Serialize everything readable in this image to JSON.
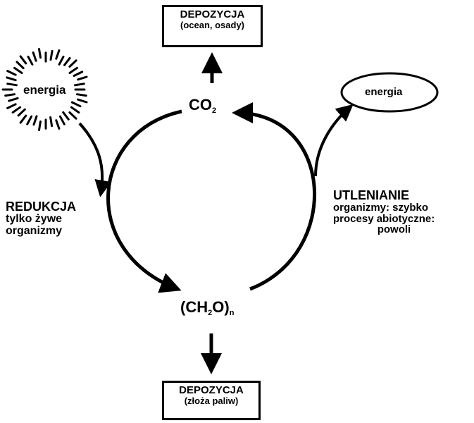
{
  "deposition_top": {
    "line1": "DEPOZYCJA",
    "line2": "(ocean, osady)"
  },
  "deposition_bottom": {
    "line1": "DEPOZYCJA",
    "line2": "(złoża paliw)"
  },
  "co2": {
    "base": "CO",
    "sub": "2"
  },
  "ch2o": {
    "open": "(CH",
    "sub1": "2",
    "close": "O)",
    "sub2": "n"
  },
  "energy_left": "energia",
  "energy_right": "energia",
  "reduction": {
    "title": "REDUKCJA",
    "line1": "tylko żywe",
    "line2": "organizmy"
  },
  "oxidation": {
    "title": "UTLENIANIE",
    "line1": "organizmy: szybko",
    "line2": "procesy abiotyczne:",
    "line3": "powoli"
  }
}
